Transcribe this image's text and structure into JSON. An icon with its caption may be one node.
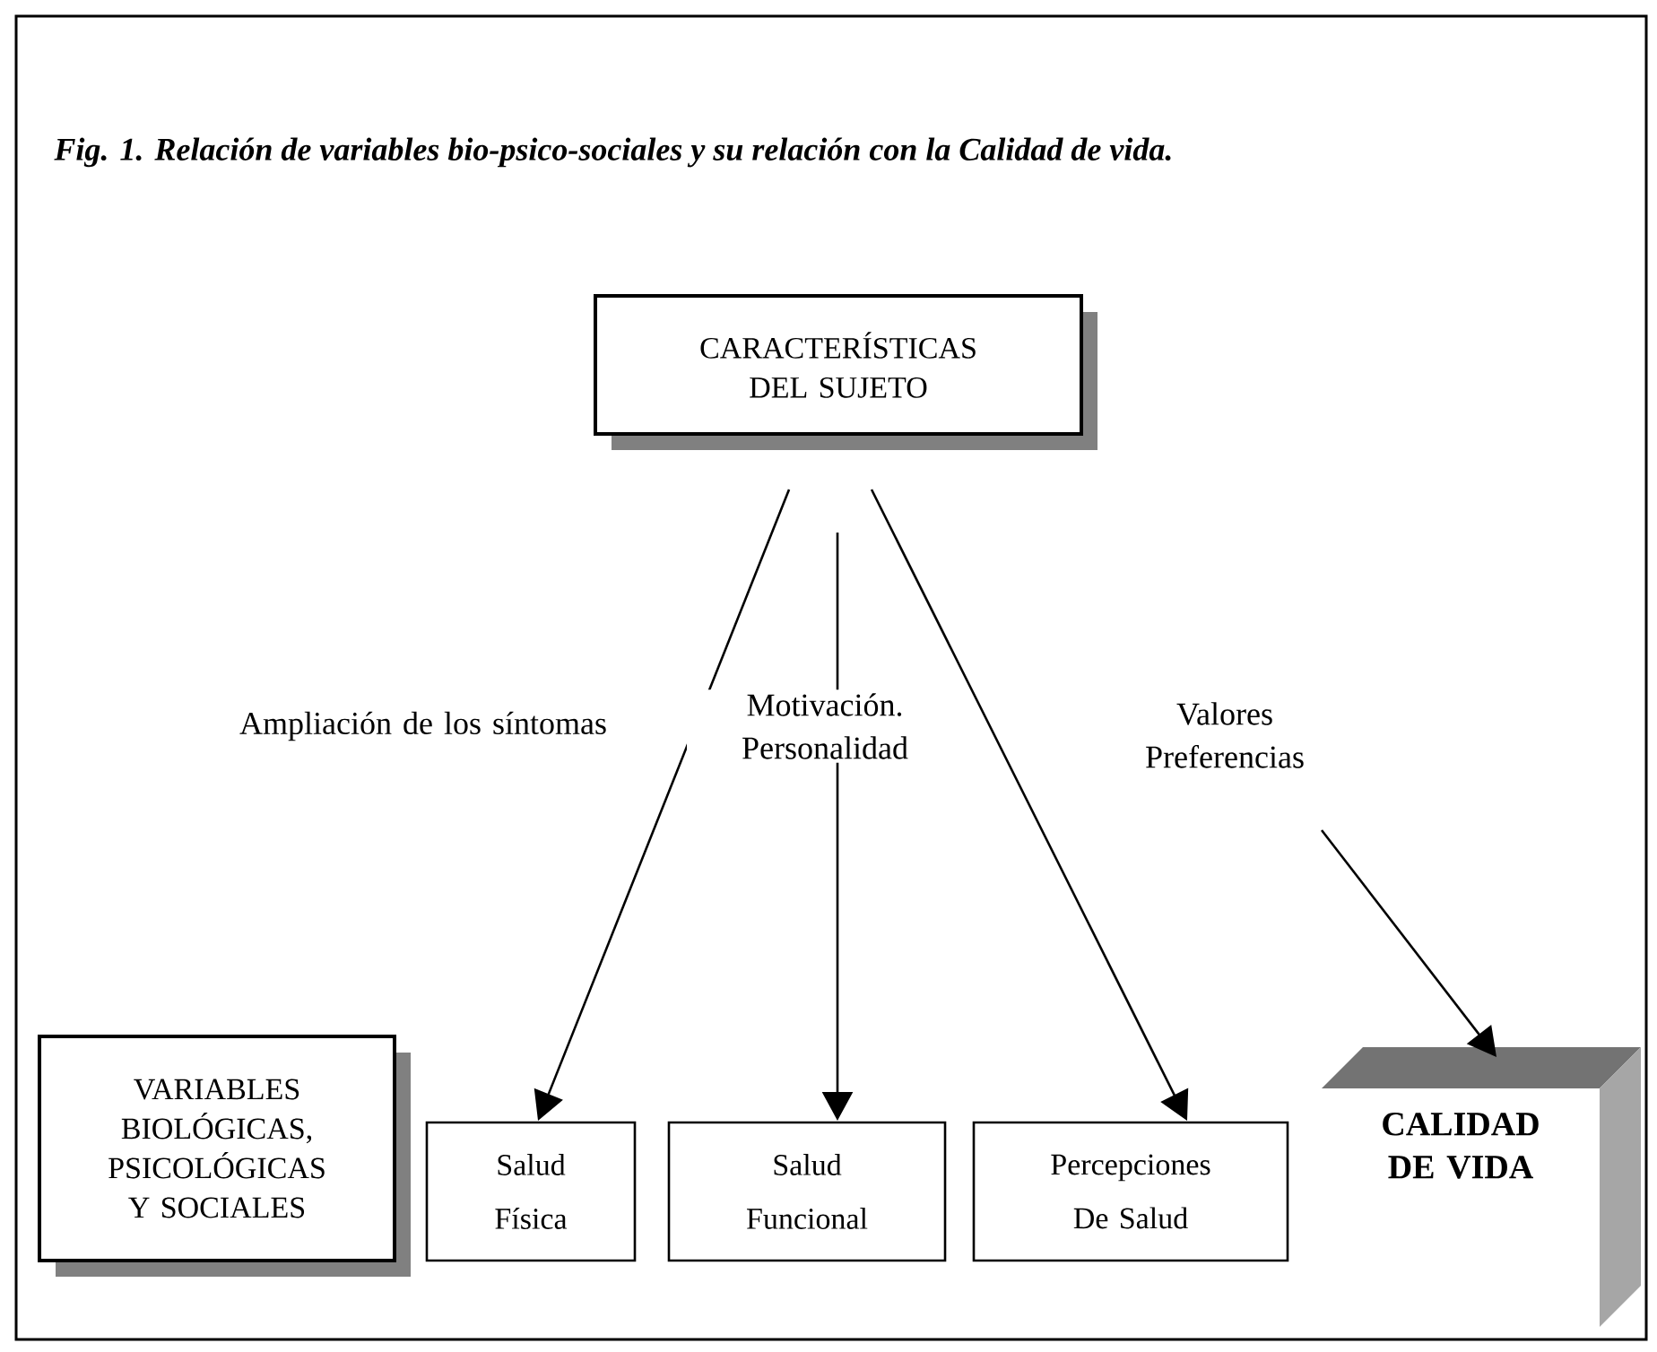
{
  "diagram": {
    "title": "Fig. 1. Relación de variables bio-psico-sociales y su relación con la Calidad de vida.",
    "nodes": [
      {
        "text": [
          "CARACTERÍSTICAS DEL SUJETO"
        ]
      },
      {
        "text": [
          "VARIABLES BIOLÓGICAS, PSICOLÓGICAS Y SOCIALES"
        ]
      },
      {
        "text": [
          "Salud Física"
        ]
      },
      {
        "text": [
          "Salud Funcional"
        ]
      },
      {
        "text": [
          "Percepciones De Salud"
        ]
      },
      {
        "text": [
          "CALIDAD DE VIDA"
        ]
      },
      {
        "text": [
          "Valores Preferencias"
        ]
      }
    ],
    "edges": [
      {
        "from": 0,
        "to": 2,
        "arrow": "to",
        "label": "Ampliación de los síntomas"
      },
      {
        "from": 0,
        "to": 3,
        "arrow": "to",
        "label": "Motivación. Personalidad"
      },
      {
        "from": 0,
        "to": 4,
        "arrow": "to"
      },
      {
        "from": 6,
        "to": 5,
        "arrow": "to"
      }
    ]
  }
}
